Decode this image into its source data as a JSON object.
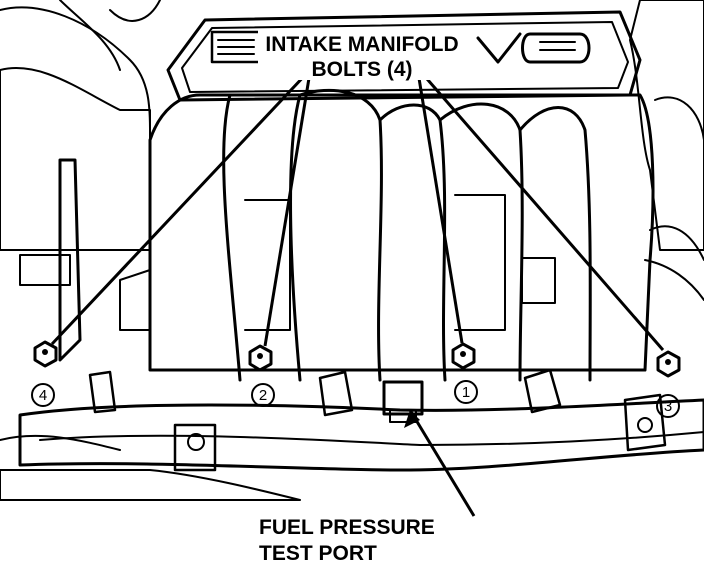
{
  "callouts": {
    "bolts_line1": "INTAKE MANIFOLD",
    "bolts_line2": "BOLTS (4)",
    "port_line1": "FUEL PRESSURE",
    "port_line2": "TEST PORT"
  },
  "bolt_numbers": [
    "4",
    "2",
    "1",
    "3"
  ],
  "colors": {
    "ink": "#000000",
    "paper": "#ffffff"
  }
}
